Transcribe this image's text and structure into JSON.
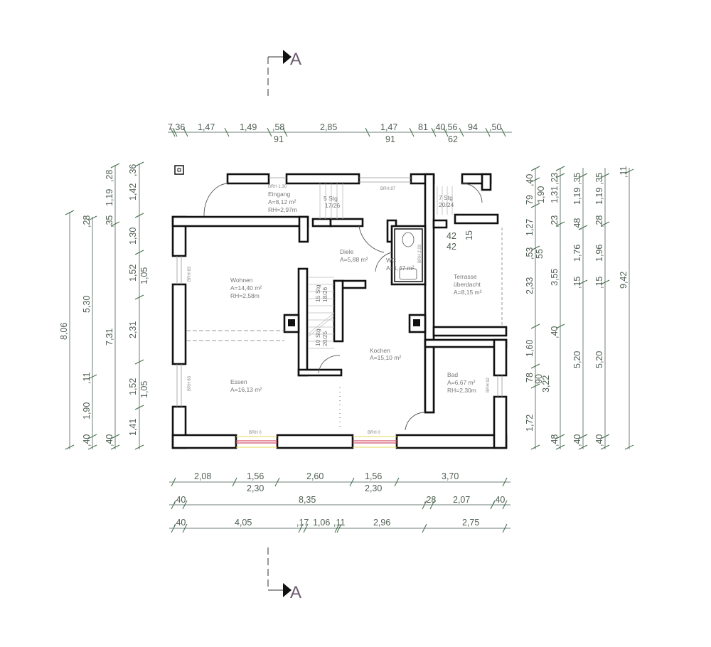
{
  "section_marker": {
    "label": "A"
  },
  "dims_top": {
    "row": [
      "7,36",
      "1,47",
      "1,49",
      ",58",
      "2,85",
      "1,47",
      "81",
      ",40",
      ",56",
      "94",
      ",50"
    ],
    "sub": [
      "91",
      "91",
      "62"
    ]
  },
  "dims_left": {
    "c1": [
      "8,06"
    ],
    "c2": [
      ",40",
      "1,90",
      ",11",
      "5,30",
      ",28"
    ],
    "c3": [
      ",40",
      "7,31",
      ",35",
      "1,19",
      ",28"
    ],
    "c4": [
      "1,41",
      "1,52",
      "1,05",
      "2,31",
      "1,52",
      "1,05",
      "1,30",
      "1,42",
      ",36"
    ]
  },
  "dims_right": {
    "c1": [
      "1,72",
      "78",
      "90",
      "3,22",
      "1,60",
      "2,33",
      ",53",
      "55",
      "1,27",
      "79",
      "1,90",
      ",40"
    ],
    "c2": [
      ",48",
      ",40",
      "3,55",
      ",23",
      "1,31",
      ",23"
    ],
    "c3": [
      ",40",
      "5,20",
      ",15",
      "1,76",
      ",48",
      "1,19",
      ",35"
    ],
    "c4": [
      ",40",
      "5,20",
      ",15",
      "1,96",
      ",28",
      "1,19",
      ",35"
    ],
    "c5": [
      "9,42",
      ",11"
    ]
  },
  "dims_bottom": {
    "r1": [
      "2,08",
      "1,56",
      "2,60",
      "1,56",
      "3,70"
    ],
    "r1_sub": [
      "2,30",
      "2,30"
    ],
    "r2": [
      ",40",
      "8,35",
      ",28",
      "2,07",
      ",40"
    ],
    "r3": [
      ",40",
      "4,05",
      ",17",
      "1,06",
      ",11",
      "2,96",
      "2,75"
    ]
  },
  "rooms": {
    "eingang": {
      "name": "Eingang",
      "area": "A=8,12 m²",
      "height": "RH=2,97m"
    },
    "diele": {
      "name": "Diele",
      "area": "A=5,88 m²"
    },
    "wc": {
      "name": "WC",
      "area": "A=1,47 m²"
    },
    "terrasse": {
      "name": "Terrasse",
      "name2": "überdacht",
      "area": "A=8,15 m²"
    },
    "wohnen": {
      "name": "Wohnen",
      "area": "A=14,40 m²",
      "height": "RH=2,58m"
    },
    "essen": {
      "name": "Essen",
      "area": "A=16,13 m²"
    },
    "kochen": {
      "name": "Kochen",
      "area": "A=15,10 m²"
    },
    "bad": {
      "name": "Bad",
      "area": "A=6,67 m²",
      "height": "RH=2,30m"
    }
  },
  "stairs": {
    "entry": {
      "steps": "5 Stg",
      "ratio": "17/26"
    },
    "terrace": {
      "steps": "7 Stg",
      "ratio": "20/24"
    },
    "main_up": {
      "steps": "15 Stg",
      "ratio": "18/26"
    },
    "main_down": {
      "steps": "10 Stg",
      "ratio": "20/25"
    }
  },
  "brh": {
    "eingang": "BRH 1.30",
    "flur": "BRH.97",
    "wc": "BRH 2.03",
    "wohnen": "BRH 83",
    "essen": "BRH 83",
    "bad": "BRH 92",
    "sued1": "BRH 0",
    "sued2": "BRH 0"
  },
  "misc": {
    "terrace_dims": [
      "42",
      "42",
      "15"
    ]
  }
}
